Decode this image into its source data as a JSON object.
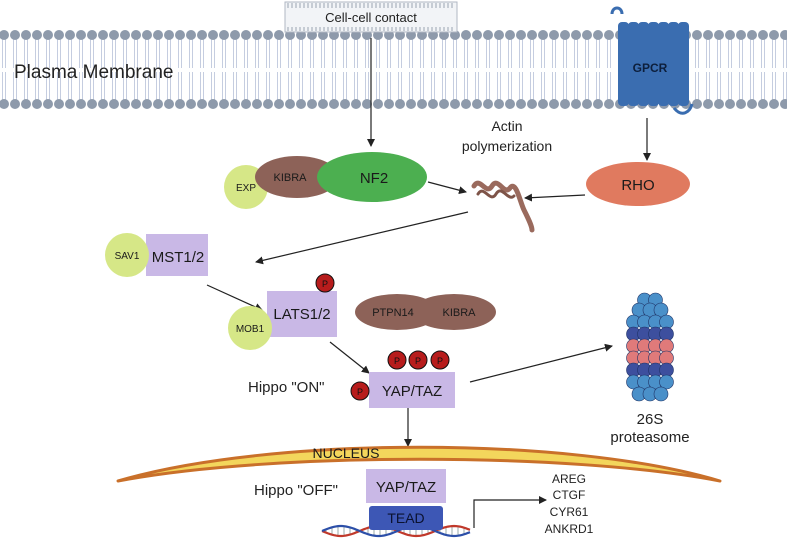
{
  "title": "",
  "labels": {
    "cell_contact": "Cell-cell contact",
    "membrane": "Plasma Membrane",
    "gpcr": "GPCR",
    "actin_line1": "Actin",
    "actin_line2": "polymerization",
    "rho": "RHO",
    "exp": "EXP",
    "kibra_top": "KIBRA",
    "nf2": "NF2",
    "sav1": "SAV1",
    "mst": "MST1/2",
    "mob1": "MOB1",
    "lats": "LATS1/2",
    "phospho": "P",
    "ptpn14": "PTPN14",
    "kibra_mid": "KIBRA",
    "hippo_on": "Hippo \"ON\"",
    "yap_taz_cyto": "YAP/TAZ",
    "proteasome_line1": "26S",
    "proteasome_line2": "proteasome",
    "nucleus": "NUCLEUS",
    "hippo_off": "Hippo \"OFF\"",
    "yap_taz_nuc": "YAP/TAZ",
    "tead": "TEAD",
    "target_genes": [
      "AREG",
      "CTGF",
      "CYR61",
      "ANKRD1"
    ]
  },
  "colors": {
    "membrane_head": "#8e9aab",
    "membrane_tail": "#c5cde0",
    "gpcr": "#3a6db0",
    "nf2": "#4caf50",
    "kibra": "#8d6258",
    "exp_green": "#d6e787",
    "rho": "#e07a5f",
    "kinase_lilac": "#c9b8e6",
    "phospho_red": "#b71c1c",
    "nucleus_fill": "#f3d65c",
    "nucleus_edge": "#c9702a",
    "tead": "#3d57b5",
    "actin": "#9a6a5d"
  }
}
